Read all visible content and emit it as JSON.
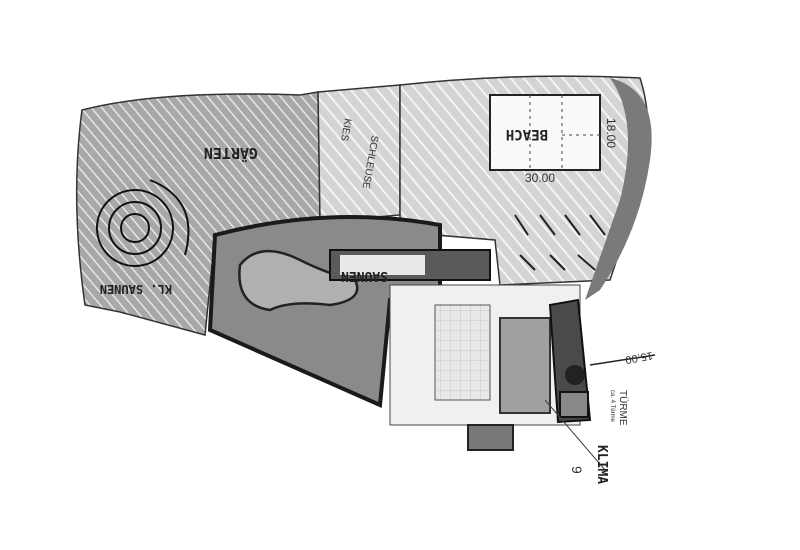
{
  "sketch": {
    "title": "Site plan sketch",
    "labels": {
      "gardens": "GÄRTEN",
      "beach": "BEACH",
      "beach_width": "18.00",
      "beach_length": "30.00",
      "saunas": "SAUNEN",
      "small_saunas": "KL. SAUNEN",
      "gravel": "KIES",
      "lock": "SCHLEUSE",
      "towers": "TÜRME",
      "towers_note": "ca. 4 Türme",
      "climate": "KLIMA",
      "dimension_right": "15.00",
      "number": "9"
    },
    "colors": {
      "ink": "#1a1a1a",
      "shade_dark": "#6e6e6e",
      "shade_mid": "#9a9a9a",
      "shade_light": "#c8c8c8",
      "paper": "#ffffff"
    }
  }
}
